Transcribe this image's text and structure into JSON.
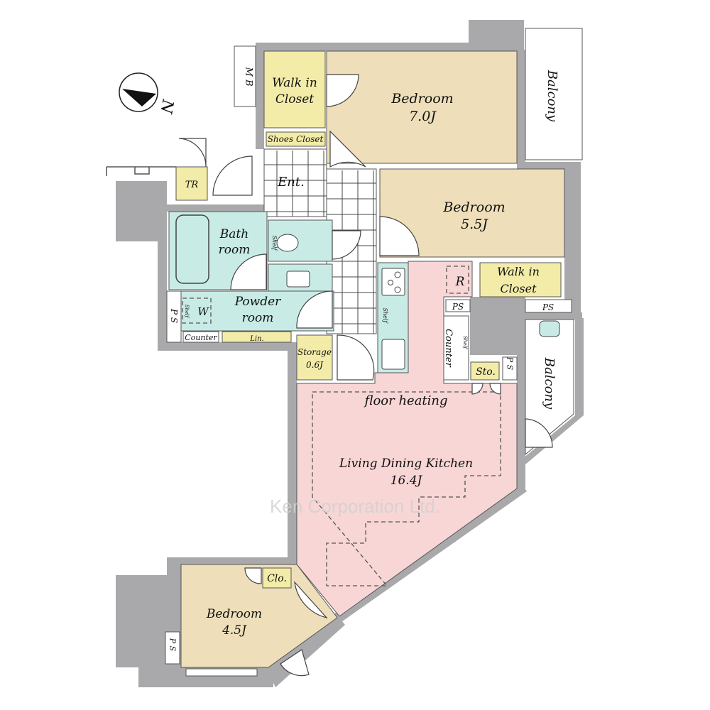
{
  "colors": {
    "wall": "#a9a9ab",
    "bedroom": "#eedfba",
    "closet": "#f3eca8",
    "wet": "#c8ebe5",
    "ldk": "#f8d6d6",
    "watermark": "#c8c8c8"
  },
  "compass": {
    "label": "N",
    "icon": "north-arrow-icon"
  },
  "watermark": "Ken Corporation Ltd.",
  "rooms": {
    "mb": "M B",
    "wic_top": [
      "Walk in",
      "Closet"
    ],
    "bedroom_top": {
      "name": "Bedroom",
      "size": "7.0J"
    },
    "balcony_top": "Balcony",
    "shoes_closet": "Shoes Closet",
    "entrance": "Ent.",
    "tr": "TR",
    "bedroom_mid": {
      "name": "Bedroom",
      "size": "5.5J"
    },
    "bath": [
      "Bath",
      "room"
    ],
    "toilet_shelf": "Shelf",
    "powder": [
      "Powder",
      "room"
    ],
    "washer": "W",
    "washer_shelf": "Shelf",
    "ps_left": "P S",
    "counter_left": "Counter",
    "linen": "Lin.",
    "storage": {
      "name": "Storage",
      "size": "0.6J"
    },
    "kitchen_shelf": "Shelf",
    "fridge": "R",
    "wic_mid": [
      "Walk in",
      "Closet"
    ],
    "ps_mid": "PS",
    "ps_right": "PS",
    "counter_mid": "Counter",
    "counter_shelf": "Shelf",
    "sto": "Sto.",
    "ps_sto": "P S",
    "balcony_right": "Balcony",
    "floor_heating": "floor heating",
    "ldk": {
      "name": "Living Dining Kitchen",
      "size": "16.4J"
    },
    "clo": "Clo.",
    "bedroom_bottom": {
      "name": "Bedroom",
      "size": "4.5J"
    },
    "ps_bottom": "P S"
  }
}
